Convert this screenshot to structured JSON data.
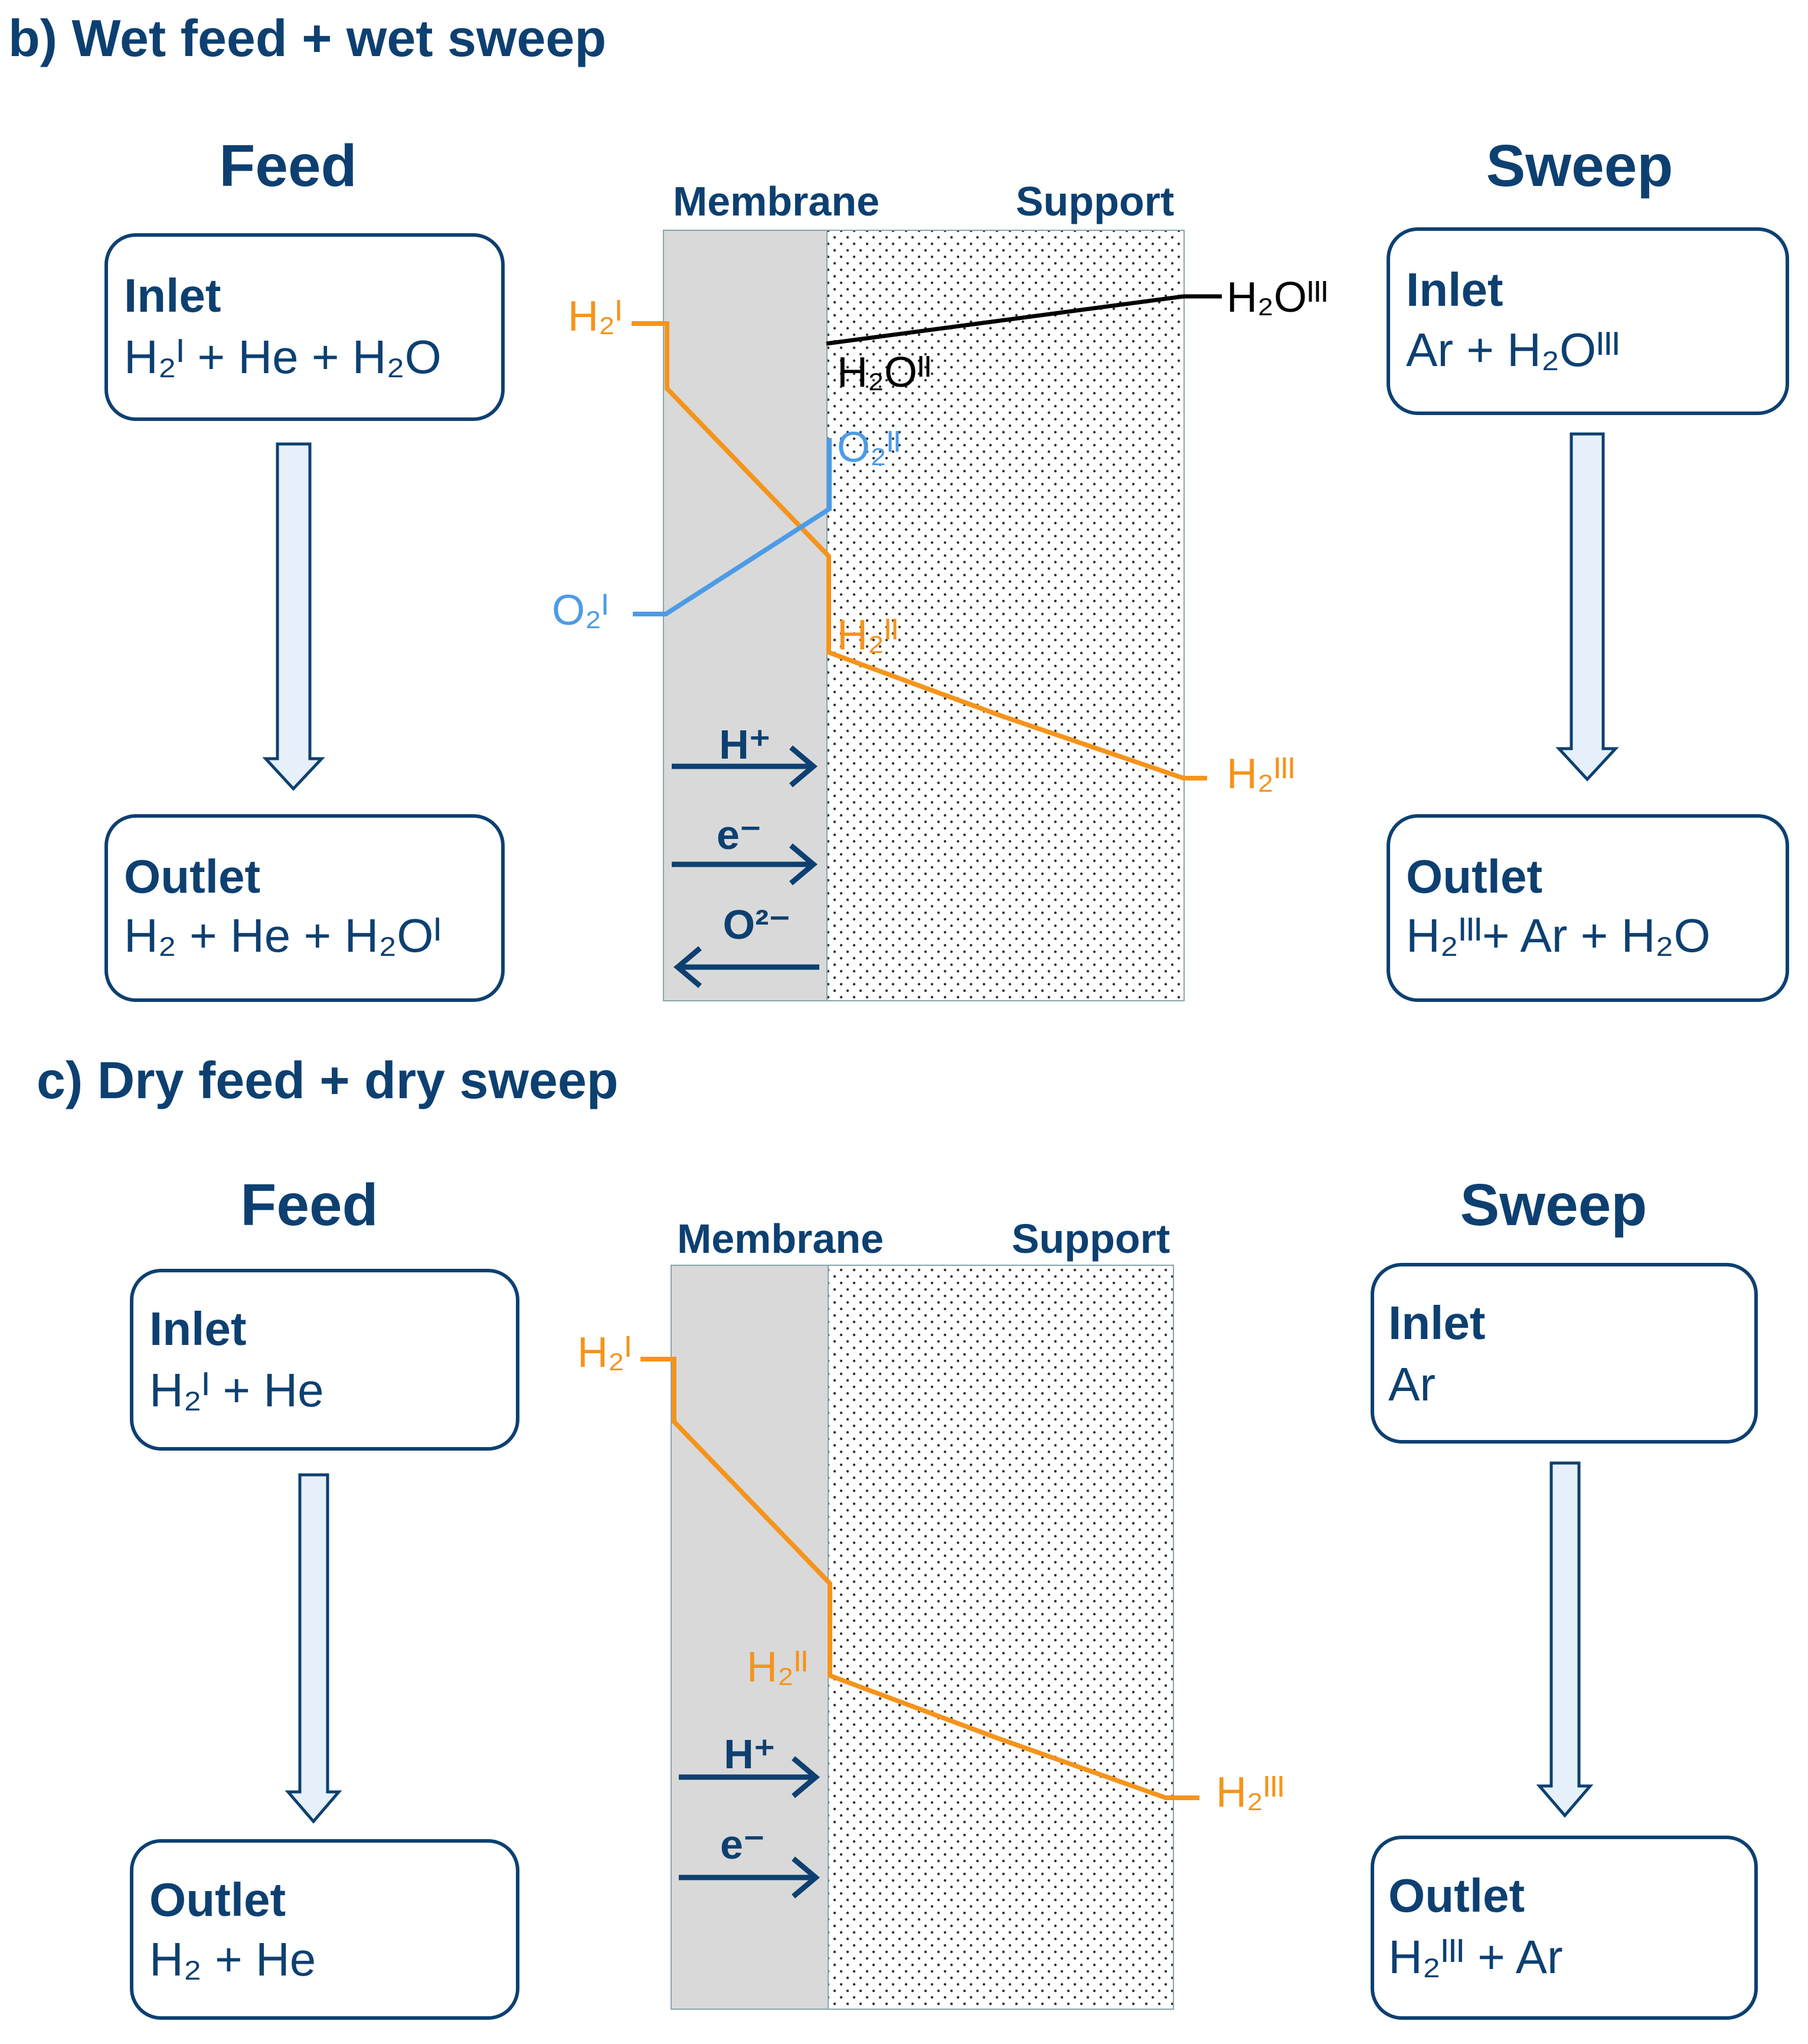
{
  "panel_b": {
    "heading": "b) Wet feed + wet sweep",
    "feed_title": "Feed",
    "sweep_title": "Sweep",
    "membrane_label": "Membrane",
    "support_label": "Support",
    "feed_inlet": {
      "title": "Inlet",
      "content": "H₂ᴵ + He + H₂O"
    },
    "feed_outlet": {
      "title": "Outlet",
      "content": "H₂ + He + H₂Oᴵ"
    },
    "sweep_inlet": {
      "title": "Inlet",
      "content": "Ar + H₂Oᴵᴵᴵ"
    },
    "sweep_outlet": {
      "title": "Outlet",
      "content": "H₂ᴵᴵᴵ+ Ar + H₂O"
    },
    "profile_labels": {
      "h2_I": "H₂ᴵ",
      "h2_II": "H₂ᴵᴵ",
      "h2_III": "H₂ᴵᴵᴵ",
      "o2_I": "O₂ᴵ",
      "o2_II": "O₂ᴵᴵ",
      "h2o_II": "H₂Oᴵᴵ",
      "h2o_III": "H₂Oᴵᴵᴵ"
    },
    "fluxes": {
      "proton": "H⁺",
      "electron": "e⁻",
      "oxide": "O²⁻"
    }
  },
  "panel_c": {
    "heading": "c) Dry feed + dry sweep",
    "feed_title": "Feed",
    "sweep_title": "Sweep",
    "membrane_label": "Membrane",
    "support_label": "Support",
    "feed_inlet": {
      "title": "Inlet",
      "content": "H₂ᴵ + He"
    },
    "feed_outlet": {
      "title": "Outlet",
      "content": "H₂ + He"
    },
    "sweep_inlet": {
      "title": "Inlet",
      "content": "Ar"
    },
    "sweep_outlet": {
      "title": "Outlet",
      "content": "H₂ᴵᴵᴵ + Ar"
    },
    "profile_labels": {
      "h2_I": "H₂ᴵ",
      "h2_II": "H₂ᴵᴵ",
      "h2_III": "H₂ᴵᴵᴵ"
    },
    "fluxes": {
      "proton": "H⁺",
      "electron": "e⁻"
    }
  },
  "colors": {
    "heading": "#0d4071",
    "h2_profile": "#f5941c",
    "o2_profile": "#4d9be6",
    "h2o_profile": "#000000",
    "membrane": "#d9d9d9",
    "arrow_fill": "#e6f0fb"
  },
  "icons": {
    "flow_arrow": "down-arrow-icon",
    "flux_right": "right-arrow-icon",
    "flux_left": "left-arrow-icon"
  }
}
